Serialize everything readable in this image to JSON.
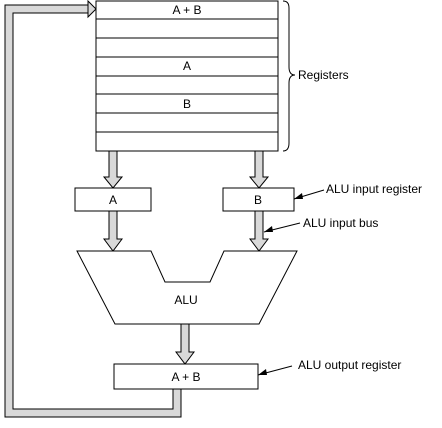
{
  "registers": {
    "rows": [
      "A + B",
      "",
      "",
      "A",
      "",
      "B",
      "",
      ""
    ],
    "group_label": "Registers"
  },
  "alu_input_registers": {
    "left": "A",
    "right": "B"
  },
  "alu": {
    "label": "ALU"
  },
  "alu_output_register": {
    "label": "A + B"
  },
  "annotations": {
    "alu_input_register": "ALU input register",
    "alu_input_bus": "ALU input bus",
    "alu_output_register": "ALU output register"
  },
  "colors": {
    "bus_fill": "#d9d9d9",
    "stroke": "#000000"
  }
}
